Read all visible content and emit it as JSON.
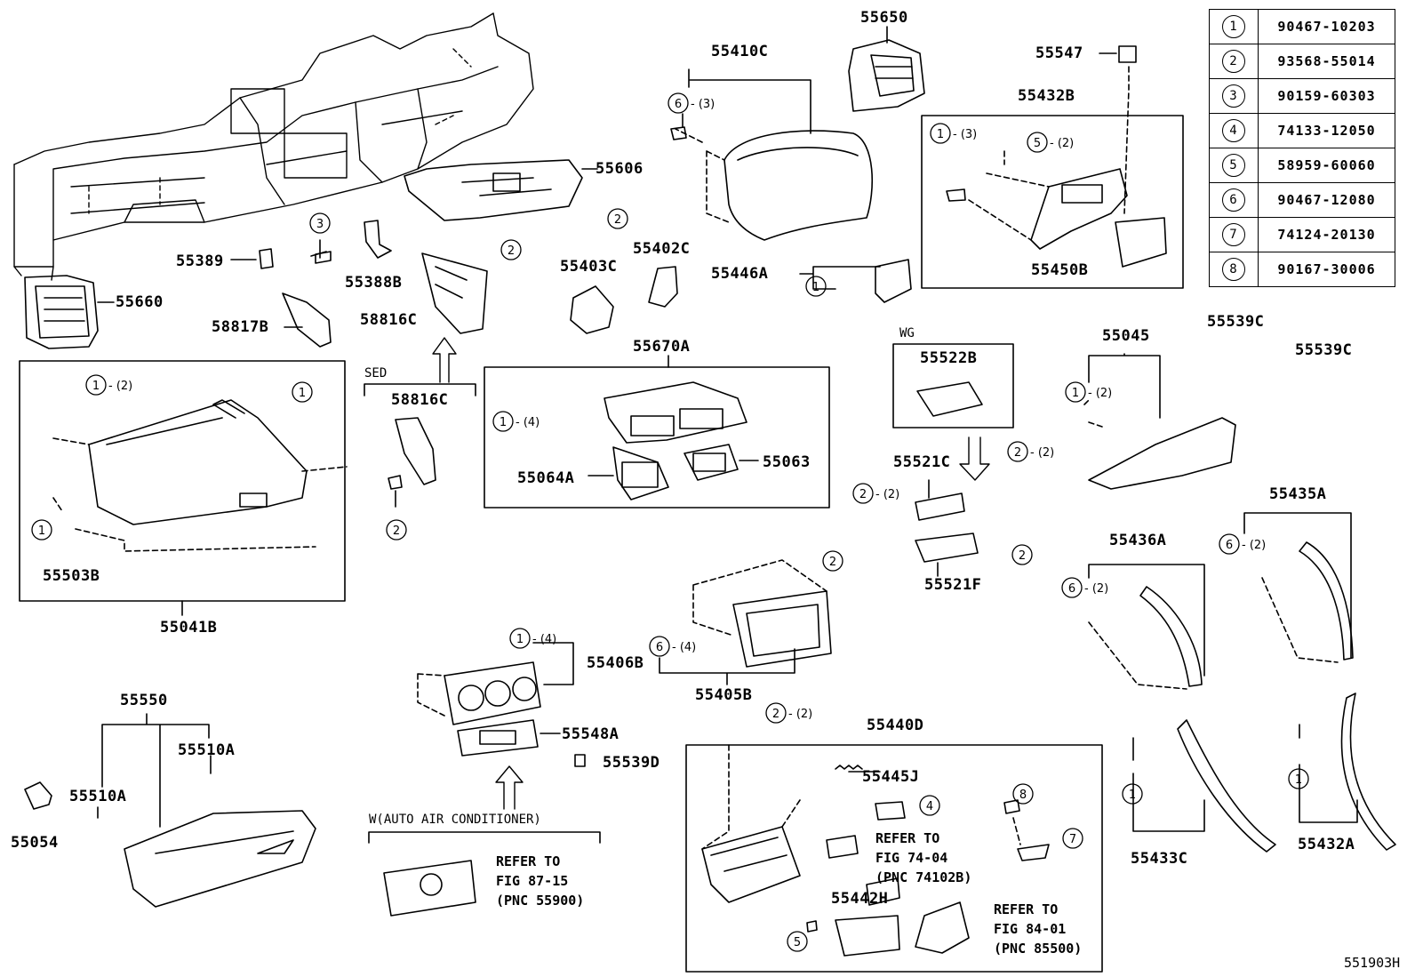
{
  "key_table": [
    {
      "num": "1",
      "part": "90467-10203"
    },
    {
      "num": "2",
      "part": "93568-55014"
    },
    {
      "num": "3",
      "part": "90159-60303"
    },
    {
      "num": "4",
      "part": "74133-12050"
    },
    {
      "num": "5",
      "part": "58959-60060"
    },
    {
      "num": "6",
      "part": "90467-12080"
    },
    {
      "num": "7",
      "part": "74124-20130"
    },
    {
      "num": "8",
      "part": "90167-30006"
    }
  ],
  "labels": {
    "p55650": "55650",
    "p55547": "55547",
    "p55410C": "55410C",
    "p55432B": "55432B",
    "p55606": "55606",
    "p55389": "55389",
    "p55388B": "55388B",
    "p55660": "55660",
    "p58817B": "58817B",
    "p58816C_a": "58816C",
    "p55403C": "55403C",
    "p55402C": "55402C",
    "p55446A": "55446A",
    "p55450B": "55450B",
    "p55670A": "55670A",
    "p55539C_a": "55539C",
    "p55539C_b": "55539C",
    "p55045": "55045",
    "p58816C_b": "58816C",
    "p55064A": "55064A",
    "p55063": "55063",
    "p55522B": "55522B",
    "p55521C": "55521C",
    "p55503B": "55503B",
    "p55041B": "55041B",
    "p55436A": "55436A",
    "p55435A": "55435A",
    "p55521F": "55521F",
    "p55406B": "55406B",
    "p55405B": "55405B",
    "p55550": "55550",
    "p55510A_a": "55510A",
    "p55510A_b": "55510A",
    "p55054": "55054",
    "p55548A": "55548A",
    "p55539D": "55539D",
    "p55440D": "55440D",
    "p55445J": "55445J",
    "p55442H": "55442H",
    "p55433C": "55433C",
    "p55432A": "55432A"
  },
  "notes": {
    "sed": "SED",
    "wg": "WG",
    "auto_ac": "W(AUTO AIR CONDITIONER)",
    "ref1": "REFER TO\nFIG 87-15\n(PNC 55900)",
    "ref2": "REFER TO\nFIG 74-04\n(PNC 74102B)",
    "ref3": "REFER TO\nFIG 84-01\n(PNC 85500)",
    "figure_id": "551903H"
  }
}
